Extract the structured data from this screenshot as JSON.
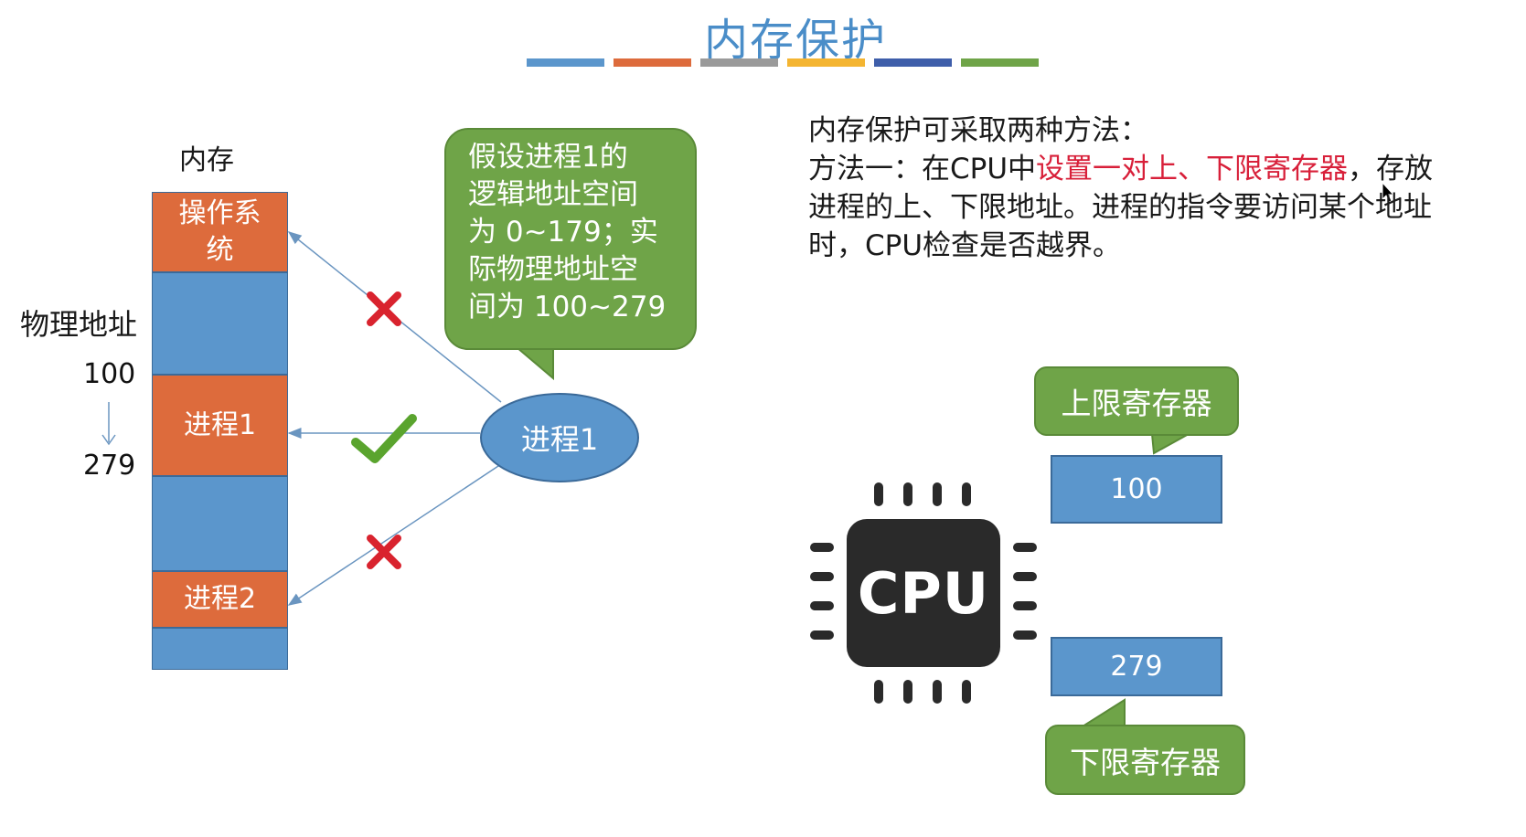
{
  "title": "内存保护",
  "colors": [
    "#5b96cc",
    "#dd6b3c",
    "#9a9a9a",
    "#f4b532",
    "#3e5eaa",
    "#6fa448"
  ],
  "memory": {
    "label": "内存",
    "os": "操作系统",
    "process1": "进程1",
    "process2": "进程2"
  },
  "physical_address": {
    "label": "物理地址",
    "start": "100",
    "end": "279"
  },
  "callout": {
    "lines": [
      "假设进程1的",
      "逻辑地址空间",
      "为 0~179；实",
      "际物理地址空",
      "间为 100~279"
    ]
  },
  "process_node": "进程1",
  "description": {
    "line1": "内存保护可采取两种方法：",
    "line2_a": "方法一：在CPU中",
    "line2_red": "设置一对上、下限寄存器",
    "line2_b": "，存放",
    "line3": "进程的上、下限地址。进程的指令要访问某个地址",
    "line4": "时，CPU检查是否越界。"
  },
  "upper_register": {
    "label": "上限寄存器",
    "value": "100"
  },
  "lower_register": {
    "label": "下限寄存器",
    "value": "279"
  },
  "cpu_label": "CPU",
  "icons": [
    "cross-icon",
    "check-icon",
    "cross-icon",
    "cpu-chip-icon",
    "cursor-icon"
  ]
}
